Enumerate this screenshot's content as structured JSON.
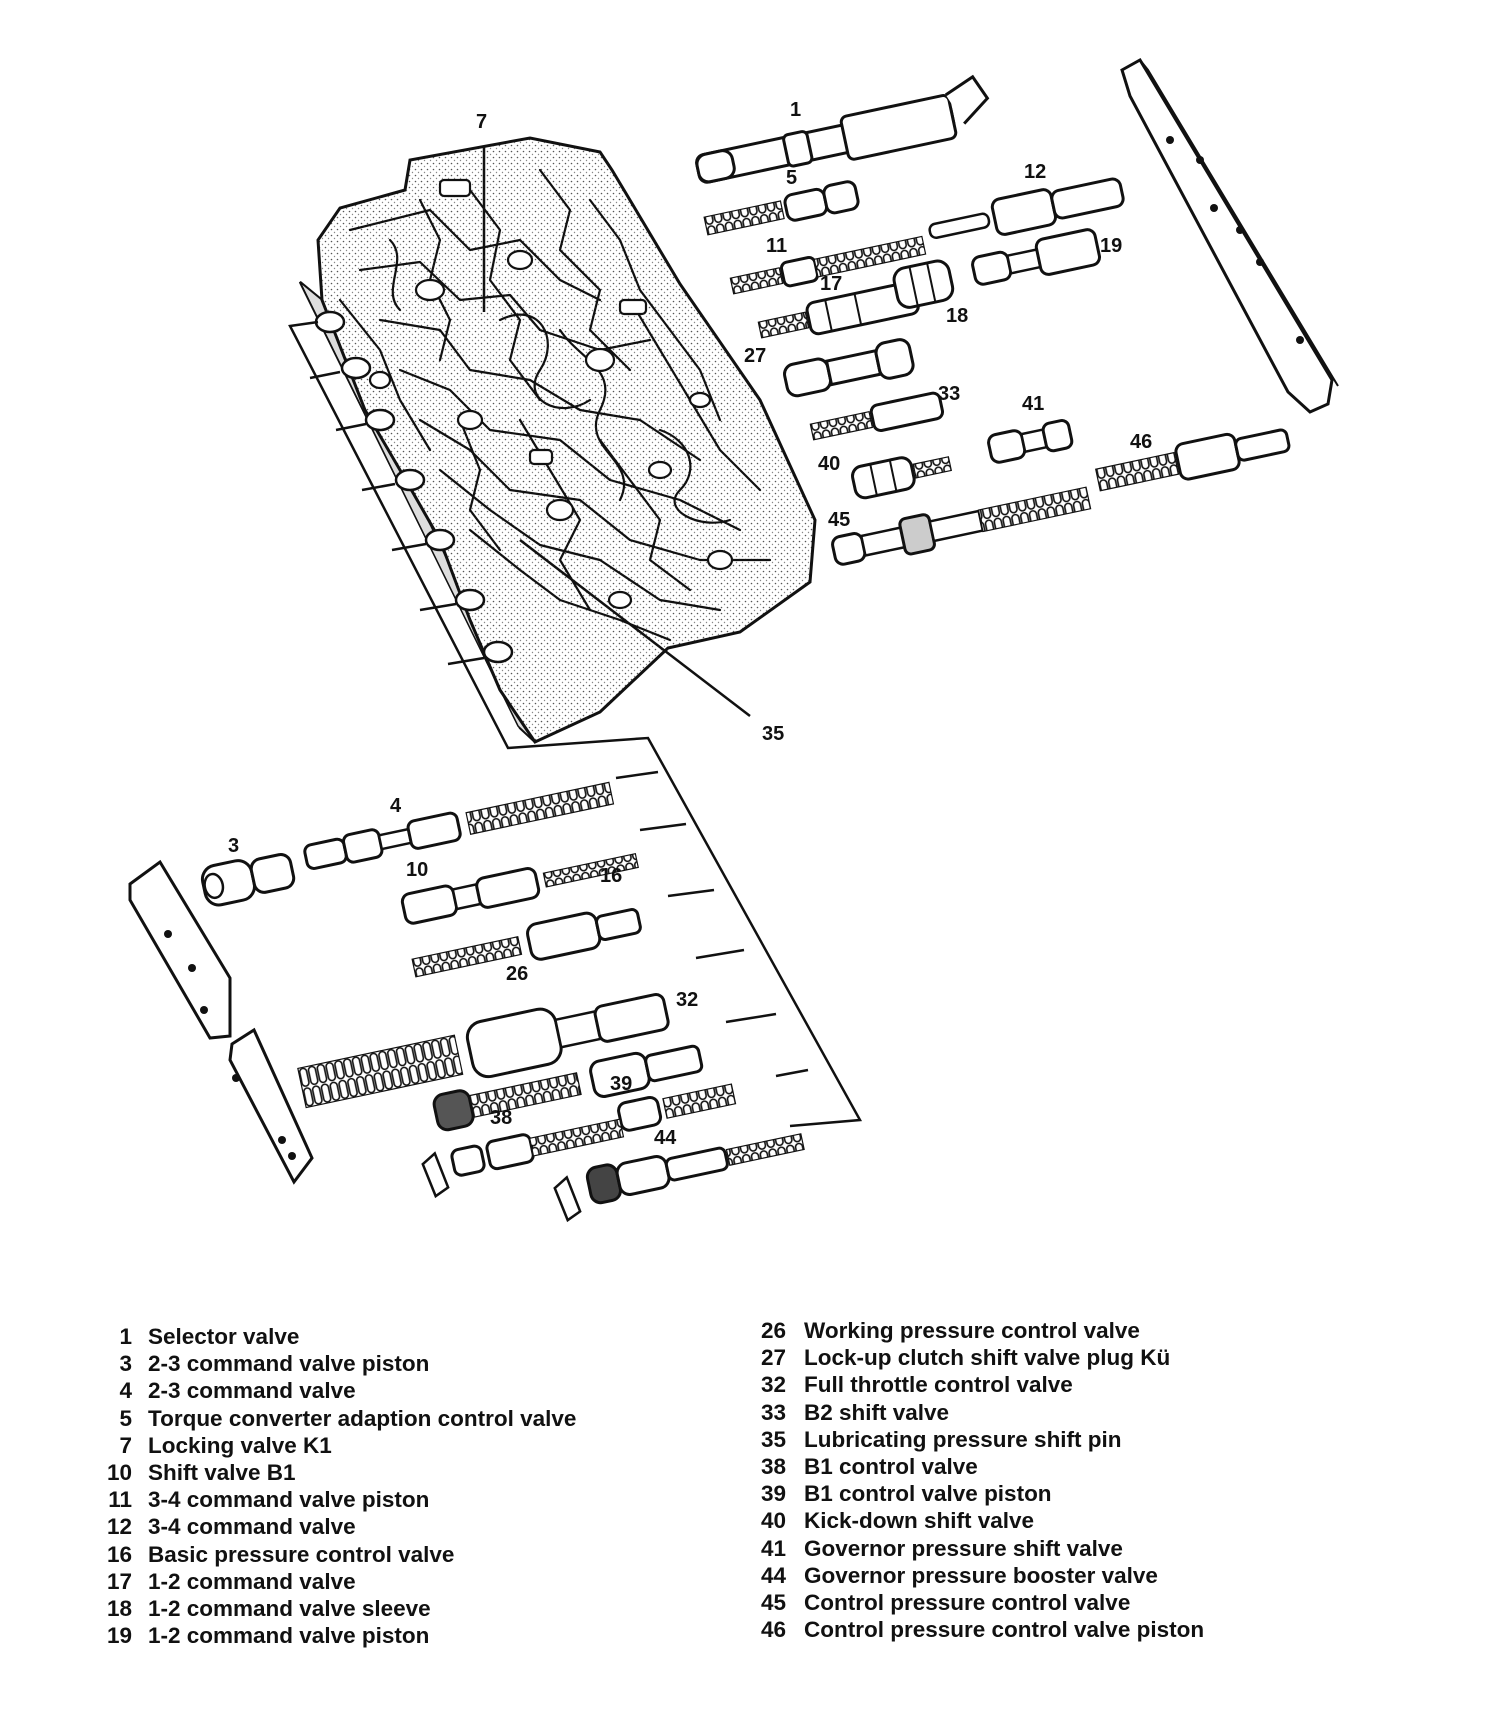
{
  "callouts": {
    "c1": "1",
    "c3": "3",
    "c4": "4",
    "c5": "5",
    "c7": "7",
    "c10": "10",
    "c11": "11",
    "c12": "12",
    "c16": "16",
    "c17": "17",
    "c18": "18",
    "c19": "19",
    "c26": "26",
    "c27": "27",
    "c32": "32",
    "c33": "33",
    "c35": "35",
    "c38": "38",
    "c39": "39",
    "c40": "40",
    "c41": "41",
    "c44": "44",
    "c45": "45",
    "c46": "46"
  },
  "legend_left": [
    {
      "num": "1",
      "label": "Selector valve"
    },
    {
      "num": "3",
      "label": "2-3 command valve piston"
    },
    {
      "num": "4",
      "label": "2-3 command valve"
    },
    {
      "num": "5",
      "label": "Torque converter adaption control valve"
    },
    {
      "num": "7",
      "label": "Locking valve K1"
    },
    {
      "num": "10",
      "label": "Shift valve B1"
    },
    {
      "num": "11",
      "label": "3-4 command valve piston"
    },
    {
      "num": "12",
      "label": "3-4 command valve"
    },
    {
      "num": "16",
      "label": "Basic pressure control valve"
    },
    {
      "num": "17",
      "label": "1-2 command valve"
    },
    {
      "num": "18",
      "label": "1-2 command valve sleeve"
    },
    {
      "num": "19",
      "label": "1-2 command valve piston"
    }
  ],
  "legend_right": [
    {
      "num": "26",
      "label": "Working pressure control valve"
    },
    {
      "num": "27",
      "label": "Lock-up clutch shift valve plug Kü"
    },
    {
      "num": "32",
      "label": "Full throttle control valve"
    },
    {
      "num": "33",
      "label": "B2 shift valve"
    },
    {
      "num": "35",
      "label": "Lubricating pressure shift pin"
    },
    {
      "num": "38",
      "label": "B1 control valve"
    },
    {
      "num": "39",
      "label": "B1 control valve piston"
    },
    {
      "num": "40",
      "label": "Kick-down shift valve"
    },
    {
      "num": "41",
      "label": "Governor pressure shift valve"
    },
    {
      "num": "44",
      "label": "Governor pressure booster valve"
    },
    {
      "num": "45",
      "label": "Control pressure control valve"
    },
    {
      "num": "46",
      "label": "Control pressure control valve piston"
    }
  ]
}
